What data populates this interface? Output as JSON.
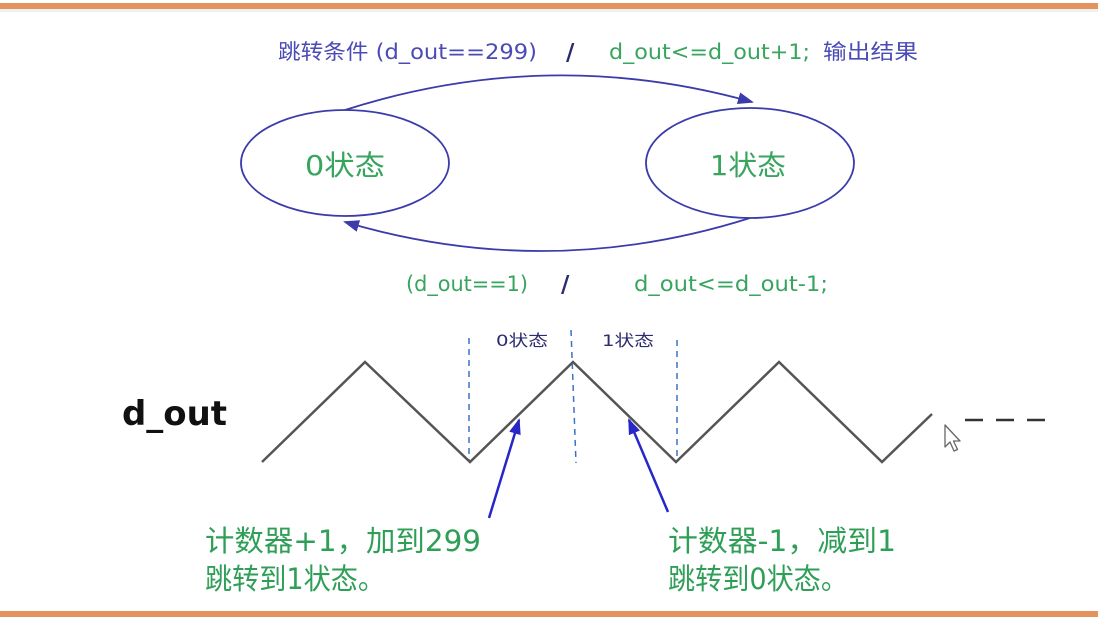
{
  "top_condition": {
    "trigger": "跳转条件 (d_out==299)",
    "separator": "/",
    "action": "d_out<=d_out+1;",
    "output_note": "输出结果"
  },
  "states": {
    "s0": "0状态",
    "s1": "1状态"
  },
  "bottom_condition": {
    "trigger": "(d_out==1)",
    "separator": "/",
    "action": "d_out<=d_out-1;"
  },
  "waveform": {
    "signal_label": "d_out",
    "segment_labels": [
      "0状态",
      "1状态"
    ]
  },
  "annotations": {
    "left": [
      "计数器+1，加到299",
      "跳转到1状态。"
    ],
    "right": [
      "计数器-1，减到1",
      "跳转到0状态。"
    ]
  },
  "icons": {
    "cursor": "mouse-pointer-icon"
  },
  "colors": {
    "border": "#e4935e",
    "state_text": "#37a55e",
    "condition_text": "#4b4bb6",
    "separator": "#2b2b70",
    "diagram_stroke": "#3b3bab",
    "annotation_arrow": "#2626c9",
    "annotation_text": "#2f9f58",
    "guide_dash": "#3d72c2",
    "waveform": "#555555",
    "signal_label": "#111111"
  }
}
